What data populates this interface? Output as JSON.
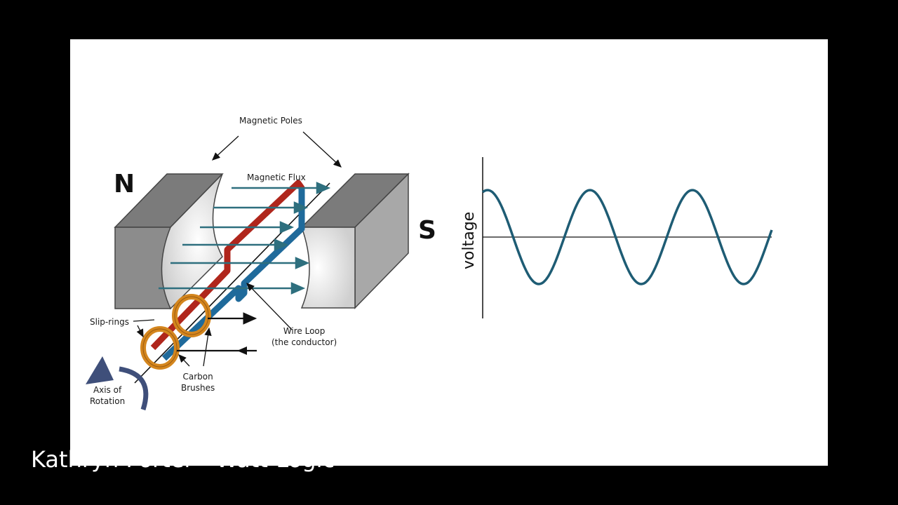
{
  "labels": {
    "magnetic_poles": "Magnetic Poles",
    "magnetic_flux": "Magnetic Flux",
    "north": "N",
    "south": "S",
    "slip_rings": "Slip-rings",
    "wire_loop_line1": "Wire Loop",
    "wire_loop_line2": "(the conductor)",
    "carbon_line1": "Carbon",
    "carbon_line2": "Brushes",
    "axis_line1": "Axis of",
    "axis_line2": "Rotation"
  },
  "graph": {
    "ylabel": "voltage"
  },
  "caption": "Kathryn Porter - Watt-Logic",
  "colors": {
    "background": "#000000",
    "slide": "#ffffff",
    "magnet_front": "#8a8a8a",
    "magnet_side": "#a3a3a3",
    "magnet_top": "#7a7a7a",
    "flux_arrow": "#2e6f7e",
    "wire_red": "#b0261c",
    "wire_blue": "#1f6a9b",
    "slip_ring": "#d4861e",
    "rotation_arrow": "#3f4f7a",
    "wave": "#1e5c74"
  },
  "icons": {
    "rotation": "curved-arrow-icon"
  }
}
